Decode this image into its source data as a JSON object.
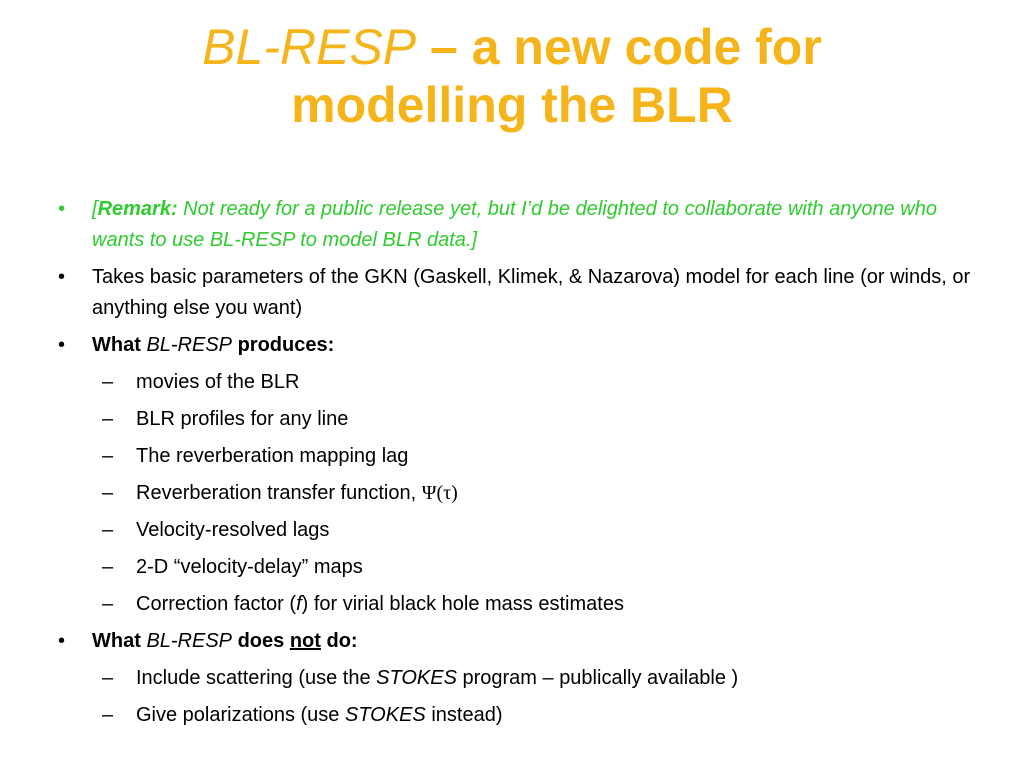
{
  "title": {
    "italic_part": "BL-RESP",
    "rest_line1": " – a new code for",
    "line2": "modelling the BLR"
  },
  "remark": {
    "open_bracket": "[",
    "label": "Remark:",
    "text": " Not ready for a public release yet, but I’d be delighted to collaborate with anyone who wants to use BL-RESP to model BLR data.]"
  },
  "bullet2": {
    "text": "Takes basic parameters of the GKN (Gaskell, Klimek, & Nazarova) model for each line (or winds, or anything else you want)"
  },
  "produces": {
    "what": "What ",
    "code": "BL-RESP",
    "verb": " produces:",
    "items": [
      "movies of the BLR",
      "BLR profiles for any line",
      "The reverberation mapping lag",
      "Reverberation transfer function, ",
      "Velocity-resolved lags",
      "2-D “velocity-delay” maps",
      "Correction factor ("
    ],
    "psi": "Ψ(τ)",
    "f": "f",
    "correction_rest": ") for virial black hole mass estimates"
  },
  "not_do": {
    "what": "What ",
    "code": "BL-RESP",
    "does": " does ",
    "not": "not",
    "do": " do:",
    "item1_a": "Include scattering (use the ",
    "item1_stokes": "STOKES",
    "item1_b": " program – publically available )",
    "item2_a": "Give polarizations (use ",
    "item2_stokes": "STOKES",
    "item2_b": " instead)"
  },
  "symbols": {
    "bullet": "•",
    "dash": "–"
  },
  "colors": {
    "title": "#f5b41a",
    "remark": "#2ecc2e"
  }
}
